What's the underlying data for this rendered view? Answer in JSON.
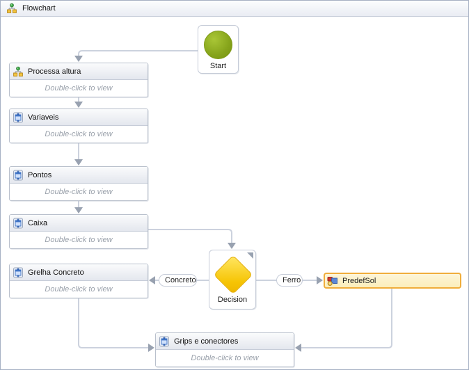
{
  "panel": {
    "title": "Flowchart"
  },
  "nodes": {
    "start": {
      "label": "Start"
    },
    "processa_altura": {
      "title": "Processa altura",
      "body": "Double-click to view"
    },
    "variaveis": {
      "title": "Variaveis",
      "body": "Double-click to view"
    },
    "pontos": {
      "title": "Pontos",
      "body": "Double-click to view"
    },
    "caixa": {
      "title": "Caixa",
      "body": "Double-click to view"
    },
    "grelha_concreto": {
      "title": "Grelha Concreto",
      "body": "Double-click to view"
    },
    "decision": {
      "label": "Decision"
    },
    "predefsol": {
      "title": "PredefSol"
    },
    "grips_conectores": {
      "title": "Grips e conectores",
      "body": "Double-click to view"
    }
  },
  "connector_labels": {
    "concreto": "Concreto",
    "ferro": "Ferro"
  },
  "icons": {
    "panel_icon": "flowchart-icon",
    "process_icon": "flowchart-icon",
    "module_icon": "module-box-icon",
    "predefsol_icon": "component-icon"
  },
  "colors": {
    "selected_node_bg": "#fdf2cb",
    "selected_node_border": "#f0ad3b",
    "start_green": "#8aa91e",
    "decision_yellow": "#f6c404",
    "connector_line": "#ccd2de",
    "arrowhead": "#98a1b0",
    "box_border": "#b9c0cc"
  }
}
